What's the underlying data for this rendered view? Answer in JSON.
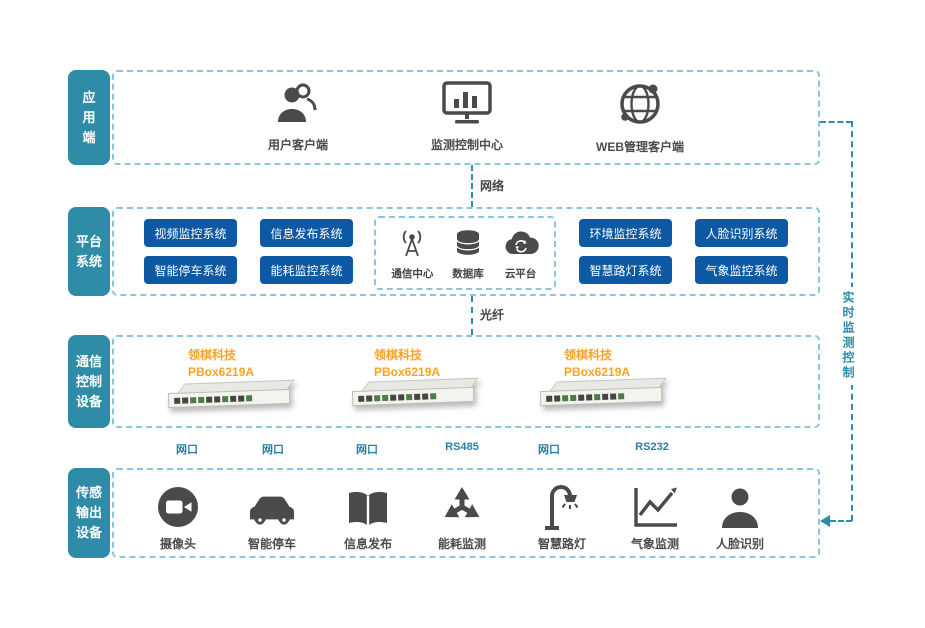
{
  "colors": {
    "tab": "#2e8ca6",
    "box_border": "#8ac4de",
    "button": "#0d59a4",
    "icon": "#4a4a4a",
    "device_label": "#f7a426",
    "connector": "#2e8ca6"
  },
  "layers": {
    "application": {
      "tab_label": "应用端",
      "items": [
        {
          "label": "用户客户端",
          "icon": "users-icon"
        },
        {
          "label": "监测控制中心",
          "icon": "monitor-chart-icon"
        },
        {
          "label": "WEB管理客户端",
          "icon": "globe-network-icon"
        }
      ]
    },
    "platform": {
      "tab_label": "平台系统",
      "left_buttons": [
        "视频监控系统",
        "信息发布系统",
        "智能停车系统",
        "能耗监控系统"
      ],
      "hub_items": [
        {
          "label": "通信中心",
          "icon": "antenna-icon"
        },
        {
          "label": "数据库",
          "icon": "database-icon"
        },
        {
          "label": "云平台",
          "icon": "cloud-sync-icon"
        }
      ],
      "right_buttons": [
        "环境监控系统",
        "人脸识别系统",
        "智慧路灯系统",
        "气象监控系统"
      ]
    },
    "communication": {
      "tab_label": "通信控制设备",
      "devices": [
        {
          "brand": "领棋科技",
          "model": "PBox6219A"
        },
        {
          "brand": "领棋科技",
          "model": "PBox6219A"
        },
        {
          "brand": "领棋科技",
          "model": "PBox6219A"
        }
      ]
    },
    "sensors": {
      "tab_label": "传感输出设备",
      "items": [
        {
          "label": "摄像头",
          "icon": "camera-icon"
        },
        {
          "label": "智能停车",
          "icon": "car-icon"
        },
        {
          "label": "信息发布",
          "icon": "open-book-icon"
        },
        {
          "label": "能耗监测",
          "icon": "recycle-icon"
        },
        {
          "label": "智慧路灯",
          "icon": "street-lamp-icon"
        },
        {
          "label": "气象监测",
          "icon": "line-chart-icon"
        },
        {
          "label": "人脸识别",
          "icon": "person-icon"
        }
      ]
    }
  },
  "connectors": {
    "app_platform_label": "网络",
    "platform_comm_label": "光纤",
    "port_labels": [
      "网口",
      "网口",
      "网口",
      "RS485",
      "网口",
      "RS232"
    ],
    "side_loop_label": "实时监测控制"
  }
}
